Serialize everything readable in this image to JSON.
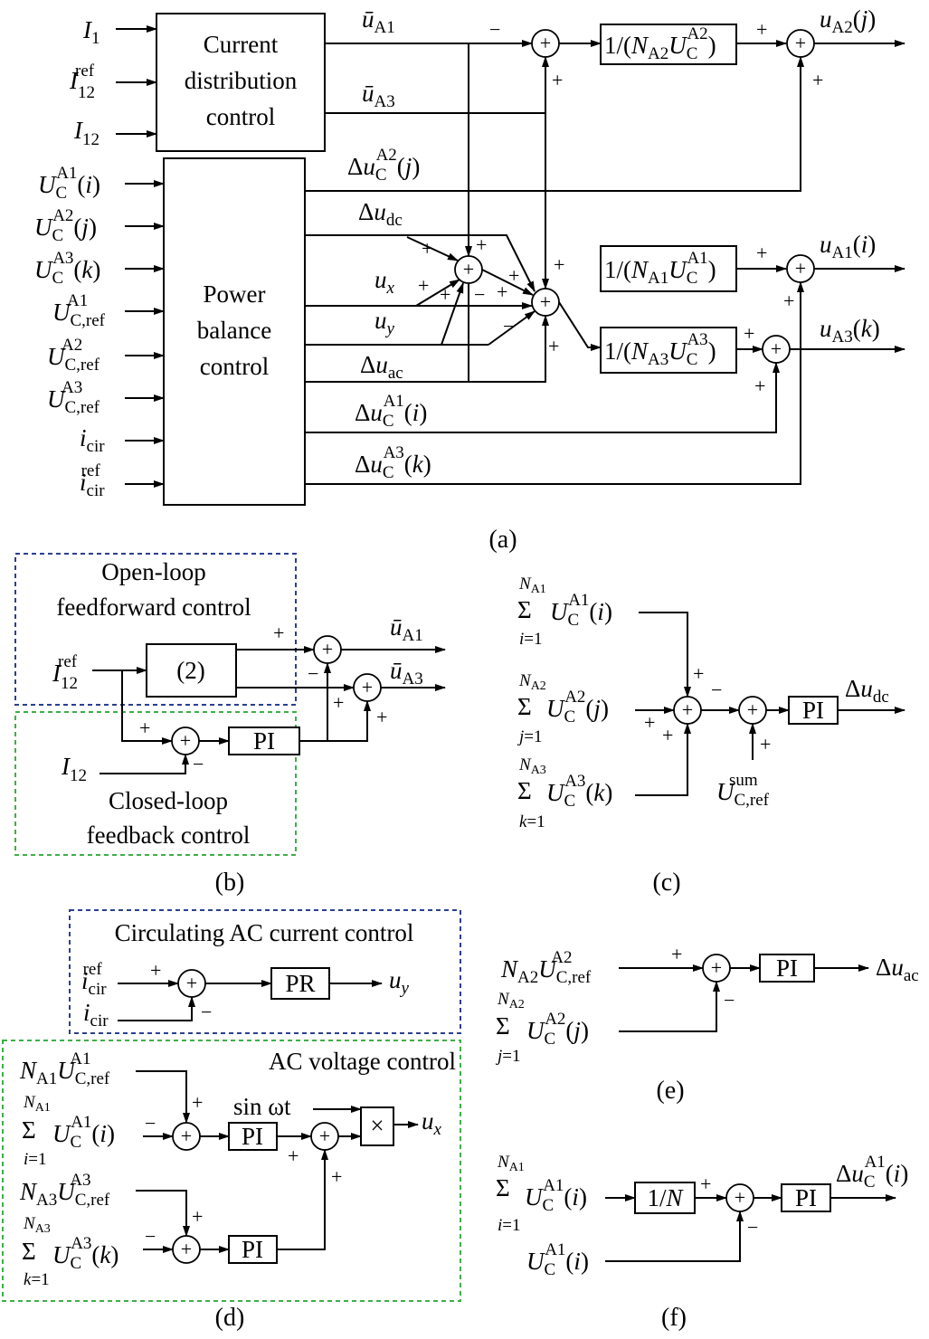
{
  "a": {
    "caption": "(a)",
    "blocks": {
      "current_dist": [
        "Current",
        "distribution",
        "control"
      ],
      "power_balance": [
        "Power",
        "balance",
        "control"
      ]
    },
    "gains": {
      "na2": "1/(N_A2 U_C^A2)",
      "na1": "1/(N_A1 U_C^A1)",
      "na3": "1/(N_A3 U_C^A3)"
    },
    "inputs_cd": [
      "I_1",
      "I_12^ref",
      "I_12"
    ],
    "inputs_pb": [
      "U_C^A1(i)",
      "U_C^A2(j)",
      "U_C^A3(k)",
      "U_C,ref^A1",
      "U_C,ref^A2",
      "U_C,ref^A3",
      "i_cir",
      "i_cir^ref"
    ],
    "signals": [
      "ū_A1",
      "ū_A3",
      "Δu_C^A2(j)",
      "Δu_dc",
      "u_x",
      "u_y",
      "Δu_ac",
      "Δu_C^A1(i)",
      "Δu_C^A3(k)"
    ],
    "outputs": [
      "u_A2(j)",
      "u_A1(i)",
      "u_A3(k)"
    ],
    "signs": [
      "+",
      "-"
    ]
  },
  "b": {
    "caption": "(b)",
    "open_loop": [
      "Open-loop",
      "feedforward control"
    ],
    "closed_loop": [
      "Closed-loop",
      "feedback control"
    ],
    "block_eq": "(2)",
    "pi": "PI",
    "signals": [
      "I_12^ref",
      "I_12",
      "ū_A1",
      "ū_A3"
    ]
  },
  "c": {
    "caption": "(c)",
    "pi": "PI",
    "signals": [
      "Σ_{i=1}^{N_A1} U_C^A1(i)",
      "Σ_{j=1}^{N_A2} U_C^A2(j)",
      "Σ_{k=1}^{N_A3} U_C^A3(k)",
      "U_C,ref^sum",
      "Δu_dc"
    ]
  },
  "d": {
    "caption": "(d)",
    "circ_title": "Circulating AC current control",
    "ac_title": "AC voltage control",
    "pr": "PR",
    "pi": "PI",
    "sin": "sin ωt",
    "mult": "×",
    "signals": [
      "i_cir^ref",
      "i_cir",
      "u_y",
      "N_A1 U_C,ref^A1",
      "Σ_{i=1}^{N_A1} U_C^A1(i)",
      "N_A3 U_C,ref^A3",
      "Σ_{k=1}^{N_A3} U_C^A3(k)",
      "u_x"
    ]
  },
  "e": {
    "caption": "(e)",
    "pi": "PI",
    "signals": [
      "N_A2 U_C,ref^A2",
      "Σ_{j=1}^{N_A2} U_C^A2(j)",
      "Δu_ac"
    ]
  },
  "f": {
    "caption": "(f)",
    "pi": "PI",
    "gain": "1/N",
    "signals": [
      "Σ_{i=1}^{N_A1} U_C^A1(i)",
      "U_C^A1(i)",
      "Δu_C^A1(i)"
    ]
  }
}
